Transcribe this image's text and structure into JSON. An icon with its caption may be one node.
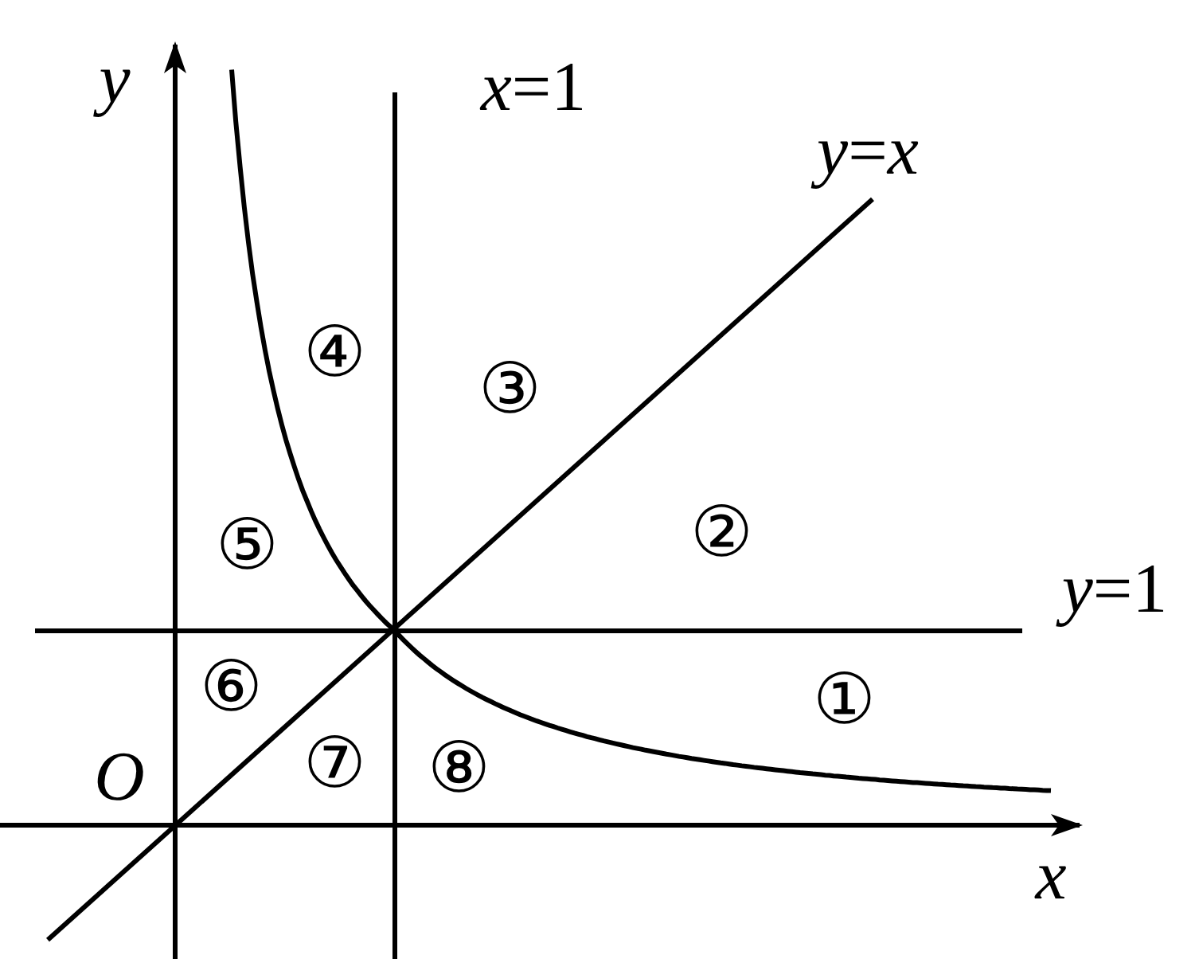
{
  "diagram": {
    "labels": [
      "*y*",
      "*x*=1",
      "*y*=*x*",
      "④",
      "③",
      "⑤",
      "②",
      "*y*=1",
      "⑥",
      "①",
      "*O*",
      "⑦",
      "⑧",
      "*x*"
    ]
  }
}
